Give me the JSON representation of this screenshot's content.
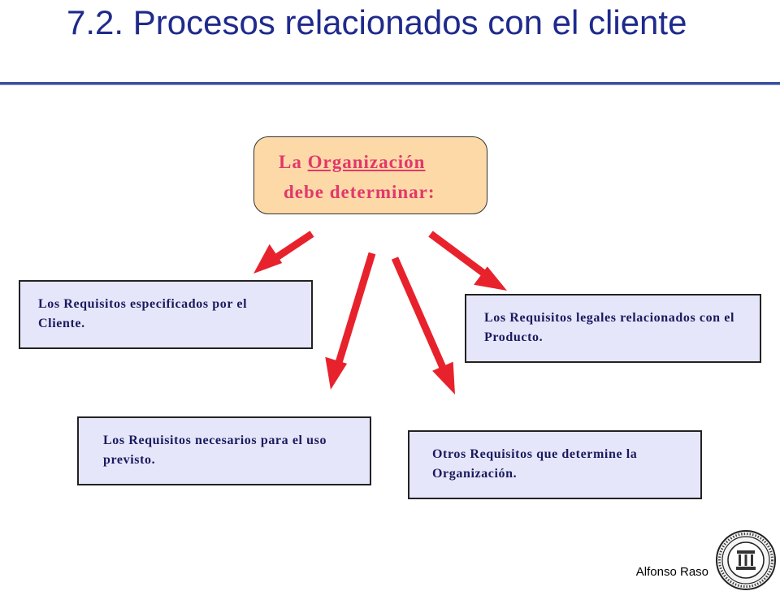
{
  "header": {
    "title": "7.2. Procesos relacionados con el cliente"
  },
  "center": {
    "prefix": "La ",
    "underlined": "Organización",
    "line2": "debe determinar:"
  },
  "requirements": [
    {
      "text": "Los Requisitos especificados por el Cliente."
    },
    {
      "text": "Los Requisitos legales relacionados con el Producto."
    },
    {
      "text": "Los Requisitos necesarios para el uso previsto."
    },
    {
      "text": "Otros Requisitos que determine la Organización."
    }
  ],
  "footer": {
    "author": "Alfonso Raso"
  },
  "colors": {
    "title": "#1f2a8c",
    "arrow": "#e8222c",
    "center_fill": "#fdd9a8",
    "center_text": "#e2386b",
    "box_fill": "#e6e6fa"
  },
  "icons": {
    "logo": "university-seal-icon"
  }
}
